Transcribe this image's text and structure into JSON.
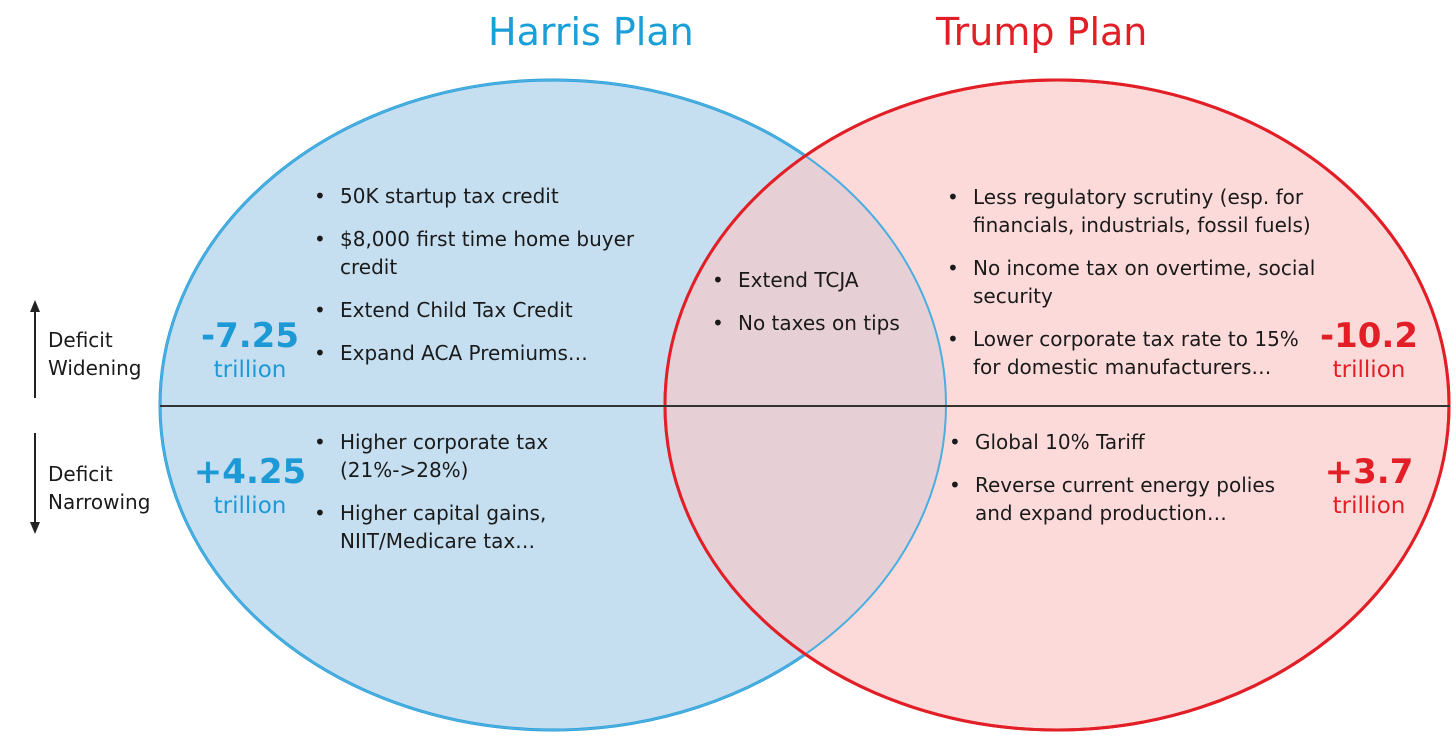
{
  "harris": {
    "title": "Harris Plan",
    "color": "#1d9ad6",
    "widening_value": "-7.25",
    "widening_unit": "trillion",
    "narrowing_value": "+4.25",
    "narrowing_unit": "trillion",
    "widening_items": [
      "50K startup tax credit",
      "$8,000 first time home buyer credit",
      "Extend Child Tax Credit",
      "Expand ACA Premiums…"
    ],
    "narrowing_items": [
      "Higher corporate tax (21%->28%)",
      "Higher capital gains, NIIT/Medicare tax…"
    ]
  },
  "trump": {
    "title": "Trump Plan",
    "color": "#e21f26",
    "widening_value": "-10.2",
    "widening_unit": "trillion",
    "narrowing_value": "+3.7",
    "narrowing_unit": "trillion",
    "widening_items": [
      "Less regulatory scrutiny (esp. for financials, industrials, fossil fuels)",
      "No income tax on overtime, social security",
      "Lower corporate tax rate to 15% for domestic manufacturers…"
    ],
    "narrowing_items": [
      "Global 10% Tariff",
      "Reverse current energy polies and expand production…"
    ]
  },
  "overlap": {
    "items": [
      "Extend TCJA",
      "No taxes on tips"
    ]
  },
  "axis": {
    "widening_label": "Deficit Widening",
    "narrowing_label": "Deficit Narrowing"
  }
}
